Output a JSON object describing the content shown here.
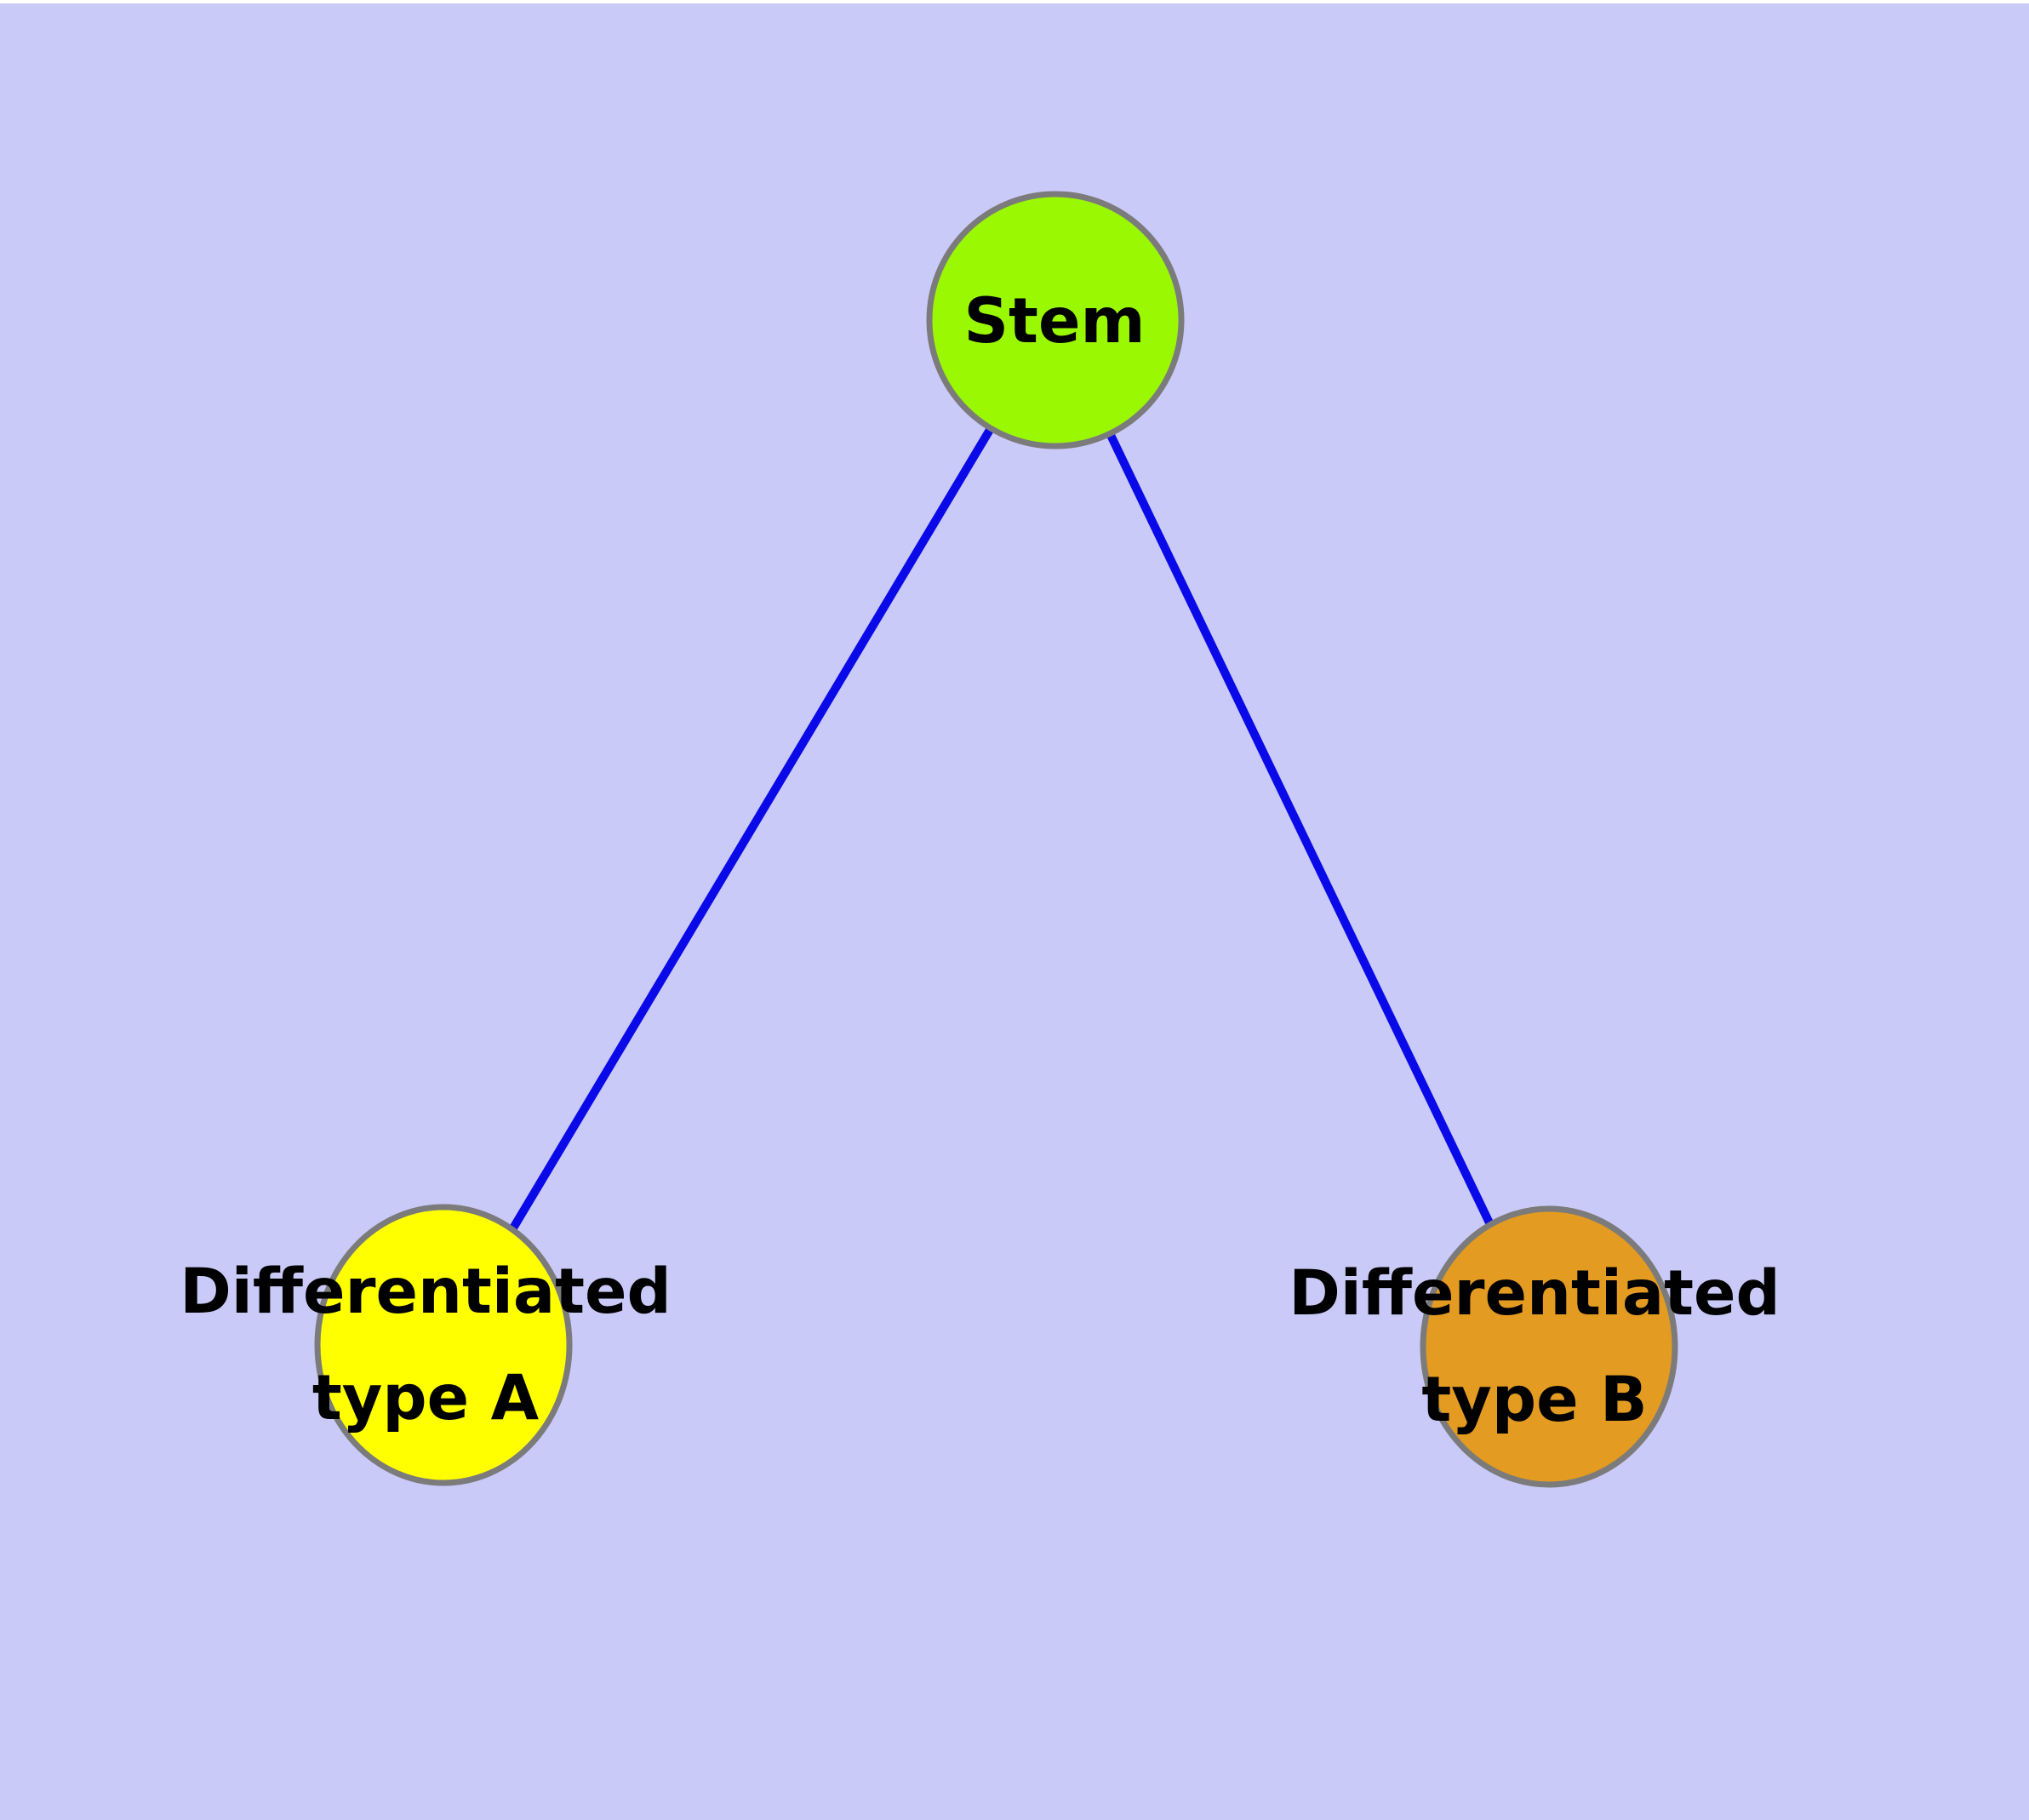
{
  "background": {
    "color": "#CACAF8",
    "top_strip_color": "#FFFFFF"
  },
  "colors": {
    "edge": "#0A0AE8",
    "node_border": "#7B7B7B",
    "label_text": "#000000"
  },
  "graph": {
    "nodes": [
      {
        "id": "stem",
        "label": "Stem",
        "fill": "#9BF803"
      },
      {
        "id": "differentiated-type-a",
        "label": "Differentiated type A",
        "label_line1": "Differentiated",
        "label_line2": "type A",
        "fill": "#FFFF00"
      },
      {
        "id": "differentiated-type-b",
        "label": "Differentiated type B",
        "label_line1": "Differentiated",
        "label_line2": "type B",
        "fill": "#E39B21"
      }
    ],
    "edges": [
      {
        "from": "stem",
        "to": "differentiated-type-a"
      },
      {
        "from": "stem",
        "to": "differentiated-type-b"
      }
    ]
  }
}
